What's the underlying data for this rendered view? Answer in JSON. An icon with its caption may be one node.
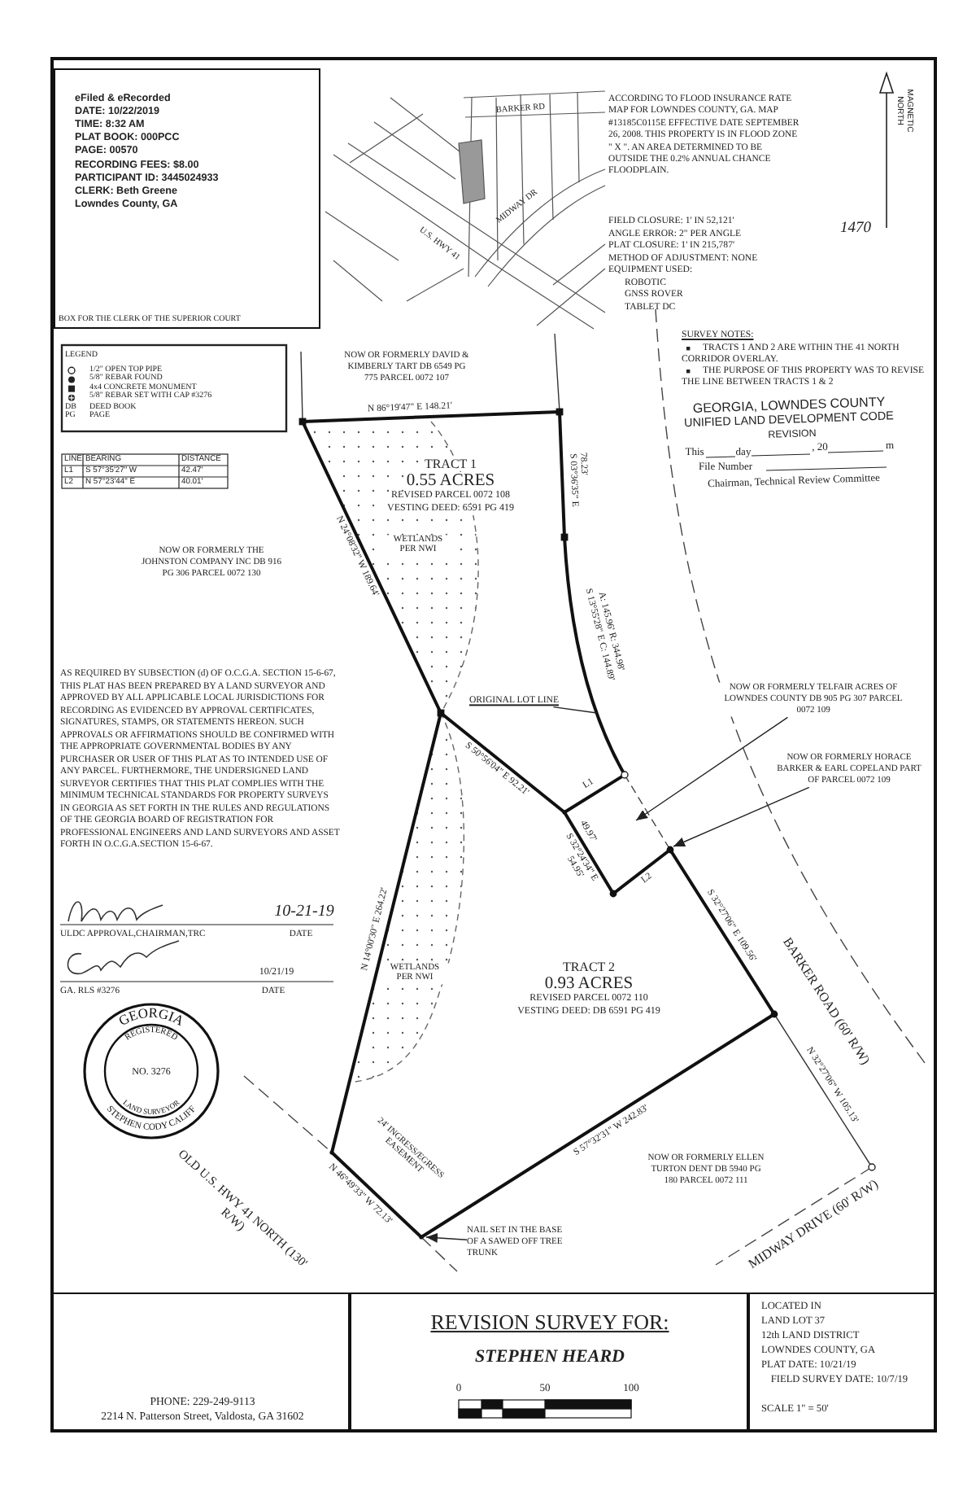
{
  "diagram": {
    "nodes": [
      {
        "text": [
          "eFiled & eRecorded",
          "DATE: 10/22/2019",
          "TIME: 8:32 AM",
          "PLAT BOOK: 000PCC",
          "PAGE: 00570",
          "RECORDING FEES: $8.00",
          "PARTICIPANT ID: 3445024933",
          "CLERK: Beth Greene",
          "Lowndes County, GA",
          "BOX FOR THE CLERK OF THE SUPERIOR COURT"
        ]
      },
      {
        "text": [
          "ORIGINAL LOT LINE"
        ]
      },
      {
        "text": [
          "NOW OR FORMERLY TELFAIR ACRES OF LOWNDES COUNTY DB 905 PG 307 PARCEL 0072 109"
        ]
      },
      {
        "text": [
          "NOW OR FORMERLY HORACE BARKER & EARL COPELAND PART OF PARCEL 0072 109"
        ]
      },
      {
        "text": [
          "NAIL SET IN THE BASE OF A SAWED OFF TREE TRUNK"
        ]
      },
      {
        "text": [
          "PHONE: 229-249-9113",
          "2214 N. Patterson Street, Valdosta, GA 31602"
        ]
      },
      {
        "text": [
          "REVISION SURVEY FOR:",
          "STEPHEN HEARD"
        ]
      },
      {
        "text": [
          "LOCATED IN",
          "LAND LOT 37",
          "12th LAND DISTRICT",
          "LOWNDES COUNTY, GA",
          "PLAT DATE: 10/21/19",
          "FIELD SURVEY DATE: 10/7/19",
          "SCALE 1\" = 50'"
        ]
      },
      {
        "text": [
          "GEORGIA",
          "REGISTERED",
          "NO. 3276",
          "LAND SURVEYOR",
          "STEPHEN CODY CALIFF"
        ]
      }
    ],
    "edges": [
      {
        "from": 1,
        "to": null,
        "arrow": "none"
      },
      {
        "from": 2,
        "to": null,
        "arrow": "to"
      },
      {
        "from": 3,
        "to": null,
        "arrow": "to"
      },
      {
        "from": 4,
        "to": null,
        "arrow": "to"
      }
    ],
    "labels": [
      "ACCORDING TO FLOOD INSURANCE RATE MAP FOR LOWNDES COUNTY, GA. MAP #13185C0115E EFFECTIVE DATE SEPTEMBER 26, 2008. THIS PROPERTY IS IN FLOOD ZONE \" X \". AN AREA DETERMINED TO BE OUTSIDE THE 0.2% ANNUAL CHANCE FLOODPLAIN.",
      "MAGNETIC NORTH",
      "1470",
      "FIELD CLOSURE: 1' IN 52,121'",
      "ANGLE ERROR: 2\" PER ANGLE",
      "PLAT CLOSURE: 1' IN 215,787'",
      "METHOD OF ADJUSTMENT: NONE",
      "EQUIPMENT USED:",
      "ROBOTIC",
      "GNSS ROVER",
      "TABLET DC",
      "SURVEY NOTES:",
      "TRACTS 1 AND 2 ARE WITHIN THE 41 NORTH CORRIDOR OVERLAY.",
      "THE PURPOSE OF THIS PROPERTY WAS TO REVISE THE LINE BETWEEN TRACTS 1 & 2",
      "GEORGIA, LOWNDES COUNTY",
      "UNIFIED LAND DEVELOPMENT CODE",
      "REVISION",
      "This",
      "day",
      ", 20",
      "m",
      "File Number",
      "Chairman, Technical Review Committee",
      "BARKER RD",
      "MIDWAY DR",
      "U.S. HWY 41",
      "LEGEND",
      "DB",
      "DEED BOOK",
      "PG",
      "PAGE",
      "LINE",
      "BEARING",
      "DISTANCE",
      "L1",
      "S 57°35'27\" W",
      "42.47'",
      "L2",
      "N 57°23'44\" E",
      "40.01'",
      "NOW OR FORMERLY DAVID & KIMBERLY TART DB 6549 PG 775 PARCEL 0072 107",
      "N 86°19'47\" E 148.21'",
      "78.23'",
      "S 03°36'35\" E",
      "NOW OR FORMERLY THE JOHNSTON COMPANY INC DB 916 PG 306 PARCEL 0072 130",
      "N 24°08'32\" W 189.64'",
      "A: 145.96' R: 344.98'",
      "S 13°55'28\" E C: 144.89'",
      "AS REQUIRED BY SUBSECTION (d) OF O.C.G.A. SECTION 15-6-67, THIS PLAT HAS BEEN PREPARED BY A LAND SURVEYOR AND APPROVED BY ALL APPLICABLE LOCAL JURISDICTIONS FOR RECORDING AS EVIDENCED BY APPROVAL CERTIFICATES, SIGNATURES, STAMPS, OR STATEMENTS HEREON. SUCH APPROVALS OR AFFIRMATIONS SHOULD BE CONFIRMED WITH THE APPROPRIATE GOVERNMENTAL BODIES BY ANY PURCHASER OR USER OF THIS PLAT AS TO INTENDED USE OF ANY PARCEL. FURTHERMORE, THE UNDERSIGNED LAND SURVEYOR CERTIFIES THAT THIS PLAT COMPLIES WITH THE MINIMUM TECHNICAL STANDARDS FOR PROPERTY SURVEYS IN GEORGIA AS SET FORTH IN THE RULES AND REGULATIONS OF THE GEORGIA BOARD OF REGISTRATION FOR PROFESSIONAL ENGINEERS AND LAND SURVEYORS AND ASSET FORTH IN O.C.G.A.SECTION 15-6-67.",
      "S 50°56'04\" E 92.21'",
      "L1",
      "49.97'",
      "S 32°24'34\" E",
      "54.95'",
      "L2",
      "S 32°27'06\" E 109.56'",
      "10-21-19",
      "ULDC APPROVAL,CHAIRMAN,TRC",
      "DATE",
      "GA. RLS #3276",
      "10/21/19",
      "DATE",
      "N 14°00'30\" E 264.22'",
      "BARKER ROAD (60' R/W)",
      "N 32°27'06\" W 105.13'",
      "24' INGRESS/EGRESS EASEMENT",
      "S 57°32'31\" W 242.83'",
      "NOW OR FORMERLY ELLEN TURTON DENT DB 5940 PG 180 PARCEL 0072 111",
      "N 46°49'33\" W 72.13'",
      "OLD U.S. HWY 41 NORTH (130' R/W)",
      "MIDWAY DRIVE (60' R/W)",
      "0",
      "50",
      "100",
      "TRACT 1",
      "0.55 ACRES",
      "REVISED PARCEL 0072 108",
      "VESTING DEED: 6591 PG 419",
      "WETLANDS PER NWI",
      "TRACT 2",
      "0.93 ACRES",
      "REVISED PARCEL 0072 110",
      "VESTING DEED: DB 6591 PG 419",
      "WETLANDS PER NWI"
    ],
    "legend": [
      {
        "text": "1/2\" OPEN TOP PIPE"
      },
      {
        "text": "5/8\" REBAR FOUND"
      },
      {
        "text": "4x4 CONCRETE MONUMENT"
      },
      {
        "text": "5/8\" REBAR SET WITH CAP #3276"
      }
    ]
  }
}
